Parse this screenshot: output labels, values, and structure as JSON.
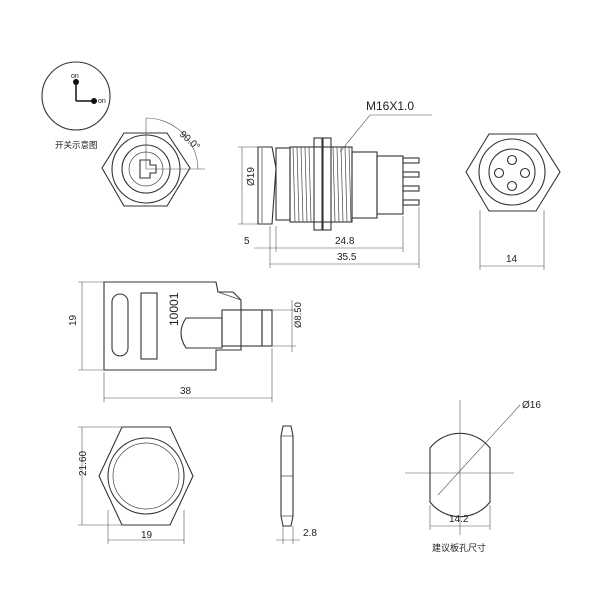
{
  "switch_diagram": {
    "on_top": "on",
    "on_right": "on",
    "caption": "开关示意图"
  },
  "top_view": {
    "angle_label": "90.0°"
  },
  "side_view": {
    "thread_label": "M16X1.0",
    "dia_label": "Ø19",
    "dim_5": "5",
    "dim_24_8": "24.8",
    "dim_35_5": "35.5"
  },
  "rear_view": {
    "dim_14": "14"
  },
  "key_view": {
    "key_number": "10001",
    "dim_19": "19",
    "dim_8_50": "Ø8.50",
    "dim_38": "38"
  },
  "nut_front": {
    "dim_21_60": "21.60",
    "dim_19": "19"
  },
  "nut_side": {
    "dim_2_8": "2.8"
  },
  "panel_cutout": {
    "dia_label": "Ø16",
    "dim_14_2": "14.2",
    "caption": "建议板孔尺寸"
  }
}
